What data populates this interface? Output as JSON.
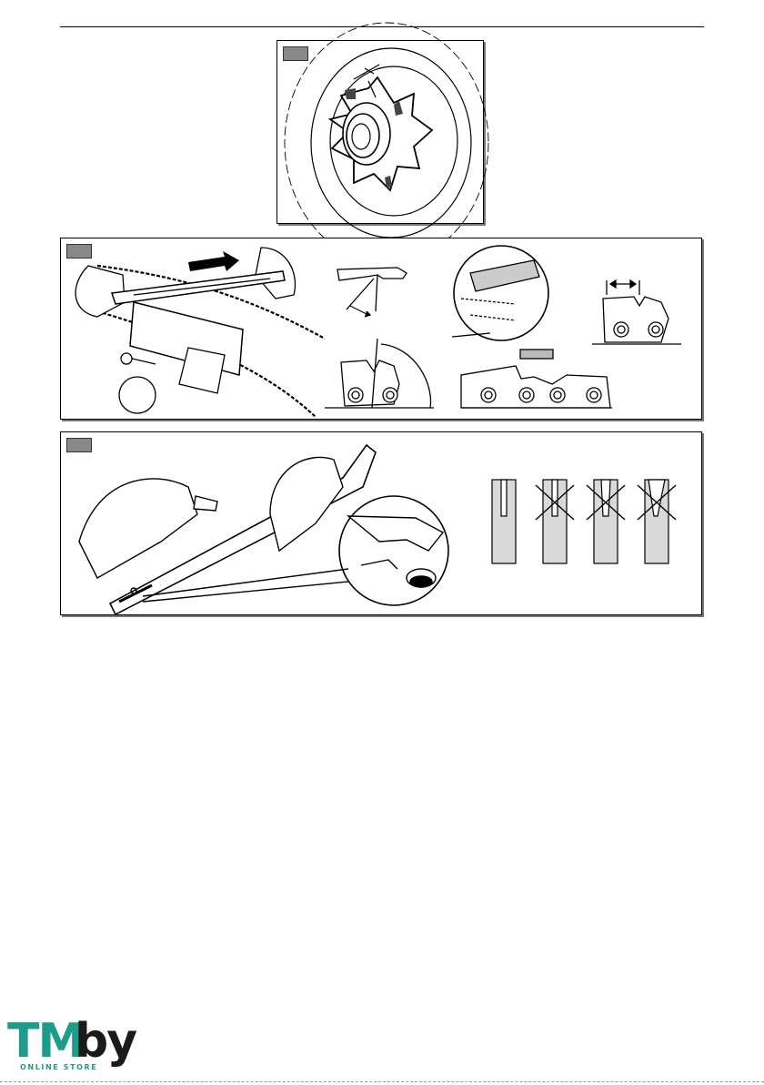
{
  "logo": {
    "main": "TM",
    "suffix": "by",
    "tagline": "ONLINE STORE",
    "brand_color": "#1d9b8b"
  },
  "colors": {
    "ink": "#000000",
    "tag_fill": "#888888",
    "gauge_fill": "#d9d9d9"
  }
}
